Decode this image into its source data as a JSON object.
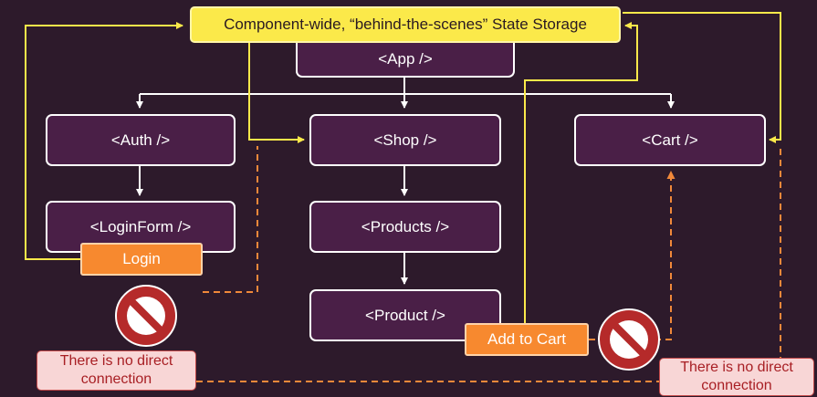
{
  "storage": {
    "label": "Component-wide, “behind-the-scenes” State Storage"
  },
  "nodes": {
    "app": "<App />",
    "auth": "<Auth />",
    "shop": "<Shop />",
    "cart": "<Cart />",
    "login_form": "<LoginForm />",
    "products": "<Products />",
    "product": "<Product />"
  },
  "actions": {
    "login": "Login",
    "add_to_cart": "Add to Cart"
  },
  "notes": {
    "left": "There is no direct\nconnection",
    "right": "There is no direct\nconnection"
  },
  "colors": {
    "background": "#2d1a2b",
    "node_fill": "#4a1f47",
    "storage_fill": "#fbe94a",
    "action_fill": "#f7892f",
    "dashed_line": "#f0883a",
    "note_fill": "#f8d6d6",
    "note_text": "#a81f24",
    "no_entry": "#b52a2a"
  }
}
